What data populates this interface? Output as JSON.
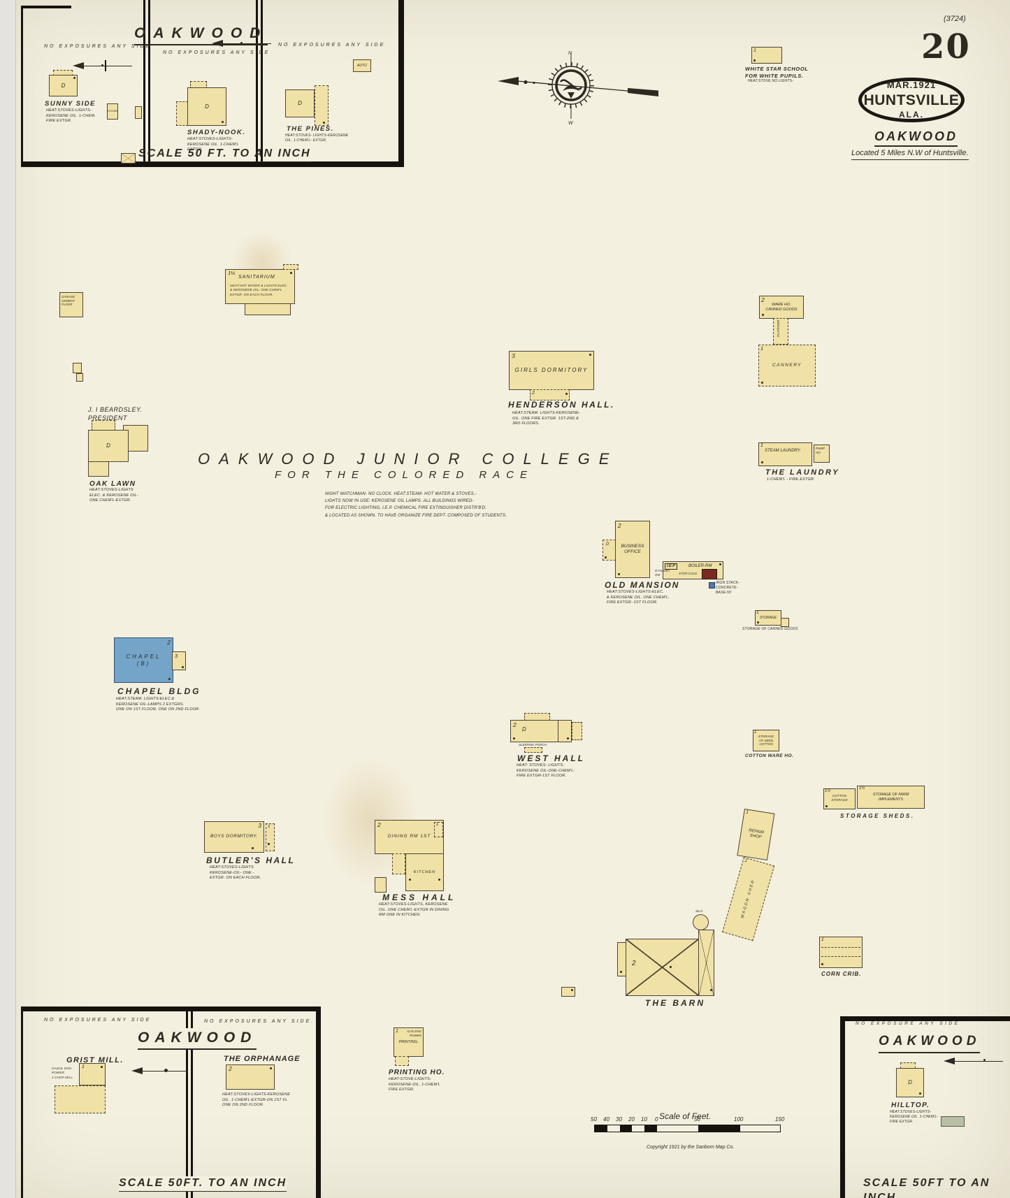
{
  "page": {
    "ref": "(3724)",
    "sheet": "20",
    "stamp_date": "MAR.1921",
    "stamp_city": "HUNTSVILLE",
    "stamp_state": "ALA.",
    "area_title": "OAKWOOD",
    "area_subtitle": "Located 5 Miles N.W of Huntsville.",
    "copyright": "Copyright 1921 by the Sanborn Map Co.",
    "scale_feet_label": "Scale of Feet.",
    "scale_ticks_left": [
      "50",
      "40",
      "30",
      "20",
      "10",
      "0"
    ],
    "scale_ticks_right": [
      "50",
      "100",
      "150"
    ]
  },
  "compass": {
    "n": "N",
    "s": "W"
  },
  "campus": {
    "title": "OAKWOOD JUNIOR COLLEGE",
    "subtitle": "FOR THE COLORED RACE",
    "general_note": "NIGHT WATCHMAN- NO CLOCK. HEAT:STEAM- HOT WATER & STOVES.-\nLIGHTS NOW IN USE: KEROSENE OIL LAMPS. ALL BUILDINGS WIRED-\nFOR ELECTRIC LIGHTING, I.E.P. CHEMICAL FIRE EXTINGUISHER DISTR'B'D.\n& LOCATED AS SHOWN. TO HAVE ORGANIZE FIRE DEPT. COMPOSED OF STUDENTS.",
    "president": "J. I BEARDSLEY.\nPRESIDENT",
    "white_star_school": {
      "story": "1",
      "label": "WHITE STAR SCHOOL\nFOR WHITE PUPILS.",
      "note": "HEAT:STOVE NO LIGHTS-"
    },
    "garage": {
      "text": "GARAGE\nCEMENT\nFLOOR"
    },
    "sanitarium": {
      "story": "1½",
      "text": "SANITARIUM",
      "note": "HEAT:HOT WATER & LIGHTS:ELEC.\n& KEROSENE OIL. ONE CHEM'L\nEXTGR. ON EACH FLOOR."
    },
    "oak_lawn": {
      "d": "D",
      "label": "OAK LAWN",
      "note": "HEAT:STOVES-LIGHTS\nELEC. & KEROSENE OIL-\nONE CHEM'L-EXTGR."
    },
    "girls_dormitory": {
      "story": "3",
      "annex_story": "2",
      "text": "GIRLS DORMITORY",
      "label": "HENDERSON HALL.",
      "note": "HEAT:STEAM. LIGHTS-KEROSENE-\nOIL. ONE FIRE EXTGR. 1ST-2ND &\n3RD FLOORS."
    },
    "ware_house": {
      "story": "2",
      "text": "WARE HO.\nCANNED GOODS",
      "platform": "PLATFORM"
    },
    "cannery": {
      "story": "1",
      "text": "CANNERY"
    },
    "steam_laundry": {
      "story": "1",
      "text": "STEAM LAUNDRY.",
      "label": "THE LAUNDRY",
      "note": "1-CHEM'L - FIRE EXTGR.",
      "pump": "PUMP\nHO."
    },
    "business_office": {
      "story": "2",
      "annex": "D",
      "text": "BUSINESS\nOFFICE",
      "label": "OLD MANSION",
      "note": "HEAT:STOVES-LIGHTS-ELEC.\n& KEROSENE OIL. ONE CHEM'L.\nFIRE EXTGR.-1ST FLOOR."
    },
    "boiler": {
      "iep": "I.E.P",
      "boiler_rm": "BOILER-RM",
      "dynamo": "DYNAMO\nRM",
      "stor": "STOR:COLD",
      "stack_note": "IRON STACK-\nCONCRETE-\nBASE-55'"
    },
    "storage_canned": {
      "story": "1",
      "text": "STORAGE",
      "label": "STORAGE OF CANNED GOODS"
    },
    "chapel": {
      "story": "2",
      "annex_story": "3",
      "text": "CHAPEL\n(B)",
      "label": "CHAPEL BLDG",
      "note": "HEAT:STEAM. LIGHTS:ELEC.&\nKEROSENE OIL-LAMPS 2 EXTGRS.\nONE ON 1ST FLOOR, ONE ON 2ND FLOOR."
    },
    "west_hall": {
      "story": "2",
      "d": "D",
      "porch": "SLEEPING PORCH",
      "label": "WEST HALL",
      "note": "HEAT: STOVES- LIGHTS-\nKEROSENE OIL-ONE-CHEM'L-\nFIRE EXTGR-1ST FLOOR."
    },
    "butlers_hall": {
      "story": "3",
      "annex_story": "1",
      "text": "BOYS DORMITORY.",
      "label": "BUTLER'S HALL",
      "note": "HEAT:STOVES-LIGHTS\nKEROSENE-OIL- ONE -\nEXTGR. ON EACH FLOOR."
    },
    "mess_hall": {
      "story": "2",
      "annex_story": "1",
      "kitchen": "KITCHEN",
      "text": "DINING RM 1ST",
      "label": "MESS HALL",
      "note": "HEAT:STOVES-LIGHTS, KEROSENE\nOIL. ONE CHEM'L-EXTGR IN DINING\nRM ONE IN KITCHEN."
    },
    "cotton_ware_house": {
      "story": "1",
      "text": "STORAGE\nOF SEED\nCOTTON",
      "label": "COTTON WARE HO."
    },
    "storage_sheds": {
      "left_story": "1½",
      "right_story": "1½",
      "left_text": "COTTON STORAGE",
      "right_text": "STORAGE OF FARM\nIMPLEMENTS",
      "label": "STORAGE SHEDS."
    },
    "repair_shop": {
      "story": "1",
      "text": "REPAIR\nSHOP"
    },
    "wagon_shed": {
      "story": "1",
      "text": "WAGON SHED"
    },
    "silo": {
      "label": "SILO"
    },
    "barn": {
      "story": "2",
      "label": "THE BARN"
    },
    "corn_crib": {
      "story": "1",
      "label": "CORN CRIB."
    }
  },
  "printing": {
    "story": "1",
    "text": "PRINTING.",
    "power": "GAS ENG\nPOWER",
    "label": "PRINTING HO.",
    "note": "HEAT:STOVE-LIGHTS-\nKEROSENE-OIL. 1-CHEM'L\nFIRE EXTGR."
  },
  "inset_top_left": {
    "street": "OAKWOOD",
    "exposure_left": "NO EXPOSURES ANY SIDE",
    "exposure_mid": "NO EXPOSURES ANY SIDE",
    "exposure_right": "NO EXPOSURES ANY SIDE",
    "scale": "SCALE 50 FT. TO AN INCH",
    "sunny_side": {
      "d": "D",
      "label": "SUNNY SIDE",
      "note": "HEAT:STOVES-LIGHTS-\nKEROSENE OIL. 1-CHEM.\nFIRE EXTGR."
    },
    "kitchen": "KITCHEN",
    "shady_nook": {
      "d": "D",
      "label": "SHADY-NOOK.",
      "note": "HEAT:STOVES-LIGHTS-\nKEROSENE OIL. 1-CHEM'L\nEXTGR."
    },
    "the_pines": {
      "d": "D",
      "label": "THE PINES.",
      "note": "HEAT:STOVES- LIGHTS-KEROSENE\nOIL. 1-CHEM'L- EXTGR."
    },
    "auto": "AUTO"
  },
  "inset_bottom_left": {
    "street": "OAKWOOD",
    "exposure_left": "NO EXPOSURES ANY SIDE",
    "exposure_right": "NO EXPOSURES ANY SIDE.",
    "scale": "SCALE 50FT. TO AN INCH",
    "grist_mill": {
      "story": "1",
      "label": "GRIST MILL.",
      "note": "GASOL.ENG.\nPOWER.\n1 CHOP MILL."
    },
    "orphanage": {
      "story": "2",
      "label": "THE ORPHANAGE",
      "note": "HEAT:STOVES-LIGHTS-KEROSENE\nOIL. 1-CHEM'L-EXTGR-ON 1ST FL.\nONE ON 2ND FLOOR."
    }
  },
  "inset_bottom_right": {
    "street": "OAKWOOD",
    "exposure": "NO EXPOSURE ANY SIDE",
    "scale": "SCALE 50FT TO AN INCH",
    "hilltop": {
      "d": "D",
      "label": "HILLTOP.",
      "note": "HEAT:STOVES-LIGHTS-\nKEROSENE OIL. 1-CHEM'L-\nFIRE EXTGR."
    }
  }
}
